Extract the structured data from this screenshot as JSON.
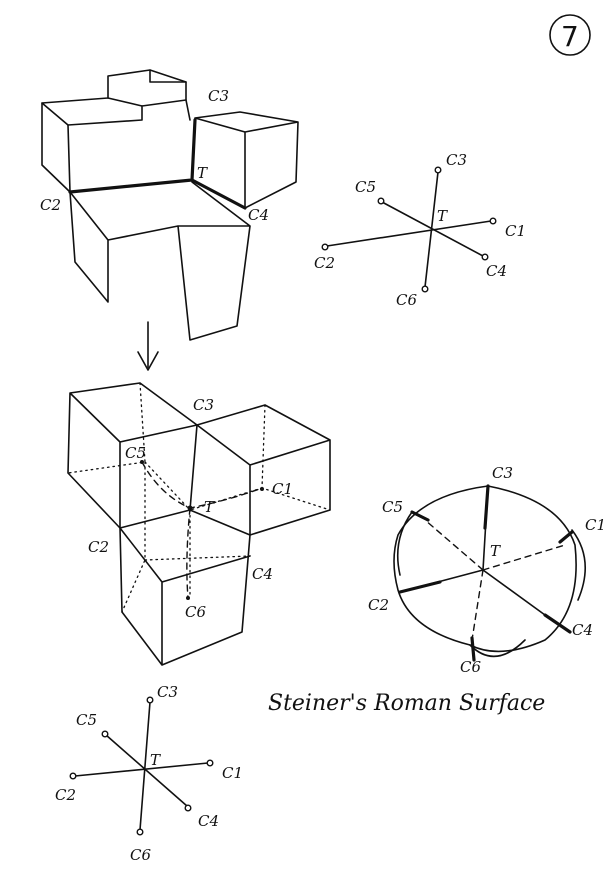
{
  "page_number": "7",
  "caption": "Steiner's Roman Surface",
  "figure_cross": {
    "c3": "C3",
    "t": "T",
    "c2": "C2",
    "c4": "C4"
  },
  "axes_top": {
    "c3": "C3",
    "c5": "C5",
    "t": "T",
    "c1": "C1",
    "c2": "C2",
    "c4": "C4",
    "c6": "C6"
  },
  "figure_cubes": {
    "c3": "C3",
    "c5": "C5",
    "t": "T",
    "c1": "C1",
    "c2": "C2",
    "c4": "C4",
    "c6": "C6"
  },
  "figure_sphere": {
    "c3": "C3",
    "c5": "C5",
    "t": "T",
    "c1": "C1",
    "c2": "C2",
    "c4": "C4",
    "c6": "C6"
  },
  "axes_bottom": {
    "c3": "C3",
    "c5": "C5",
    "t": "T",
    "c1": "C1",
    "c2": "C2",
    "c4": "C4",
    "c6": "C6"
  }
}
